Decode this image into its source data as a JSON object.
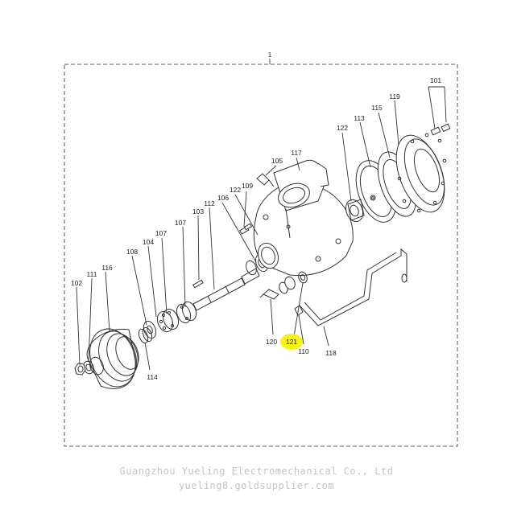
{
  "diagram": {
    "assembly_label": "1",
    "highlight_color": "#f7f21a",
    "line_color": "#333333",
    "callouts": {
      "c101": "101",
      "c119": "119",
      "c115": "115",
      "c113": "113",
      "c122a": "122",
      "c117": "117",
      "c105": "105",
      "c109": "109",
      "c122b": "122",
      "c106": "106",
      "c112": "112",
      "c103": "103",
      "c107a": "107",
      "c107b": "107",
      "c104": "104",
      "c108": "108",
      "c116": "116",
      "c111": "111",
      "c102": "102",
      "c114": "114",
      "c120": "120",
      "c121": "121",
      "c110": "110",
      "c118": "118"
    }
  },
  "watermark": {
    "company": "Guangzhou Yueling Electromechanical Co., Ltd",
    "site": "yueling8.goldsupplier.com"
  }
}
